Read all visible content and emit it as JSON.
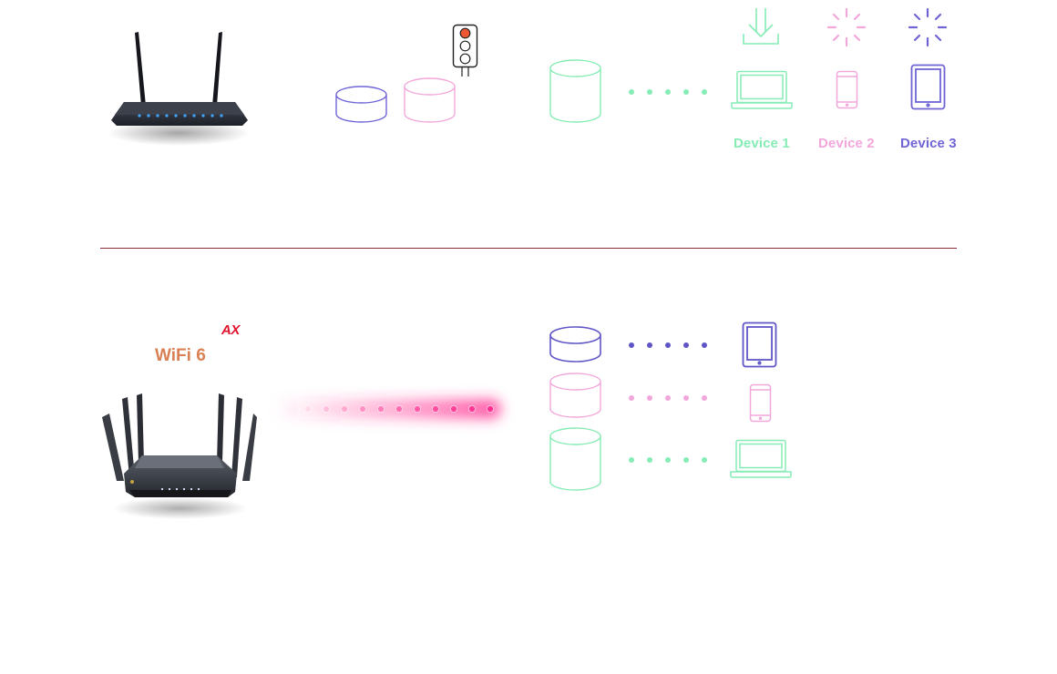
{
  "top": {
    "devices": [
      {
        "label": "Device 1",
        "color": "#86ecb6",
        "icon": "laptop-icon",
        "status_icon": "download-icon"
      },
      {
        "label": "Device 2",
        "color": "#f2a7db",
        "icon": "smartphone-icon",
        "status_icon": "loading-spinner-icon"
      },
      {
        "label": "Device 3",
        "color": "#6f64d6",
        "icon": "tablet-icon",
        "status_icon": "loading-spinner-icon"
      }
    ],
    "traffic_light_color": "#ee5733"
  },
  "divider_color": "#8a2c36",
  "bottom": {
    "badge_ax": "AX",
    "badge_wifi": "WiFi 6",
    "ax_color": "#e2142c",
    "wifi_color": "#d98055",
    "beam_color": "#ff2d8f",
    "streams": [
      {
        "color": "#5f55c6",
        "icon": "tablet-icon"
      },
      {
        "color": "#f2a7db",
        "icon": "smartphone-icon"
      },
      {
        "color": "#86ecb6",
        "icon": "laptop-icon"
      }
    ]
  }
}
